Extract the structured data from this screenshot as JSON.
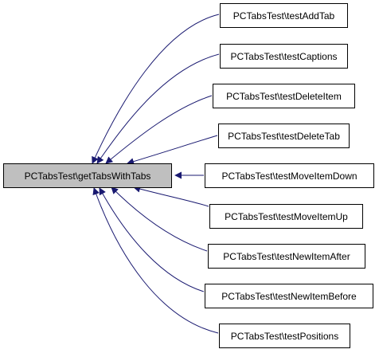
{
  "focus_node": {
    "label": "PCTabsTest\\getTabsWithTabs"
  },
  "caller_nodes": [
    {
      "label": "PCTabsTest\\testAddTab"
    },
    {
      "label": "PCTabsTest\\testCaptions"
    },
    {
      "label": "PCTabsTest\\testDeleteItem"
    },
    {
      "label": "PCTabsTest\\testDeleteTab"
    },
    {
      "label": "PCTabsTest\\testMoveItemDown"
    },
    {
      "label": "PCTabsTest\\testMoveItemUp"
    },
    {
      "label": "PCTabsTest\\testNewItemAfter"
    },
    {
      "label": "PCTabsTest\\testNewItemBefore"
    },
    {
      "label": "PCTabsTest\\testPositions"
    }
  ],
  "colors": {
    "edge": "#191970",
    "focus_fill": "#bfbfbf",
    "node_border": "#000000",
    "node_fill": "#ffffff"
  }
}
